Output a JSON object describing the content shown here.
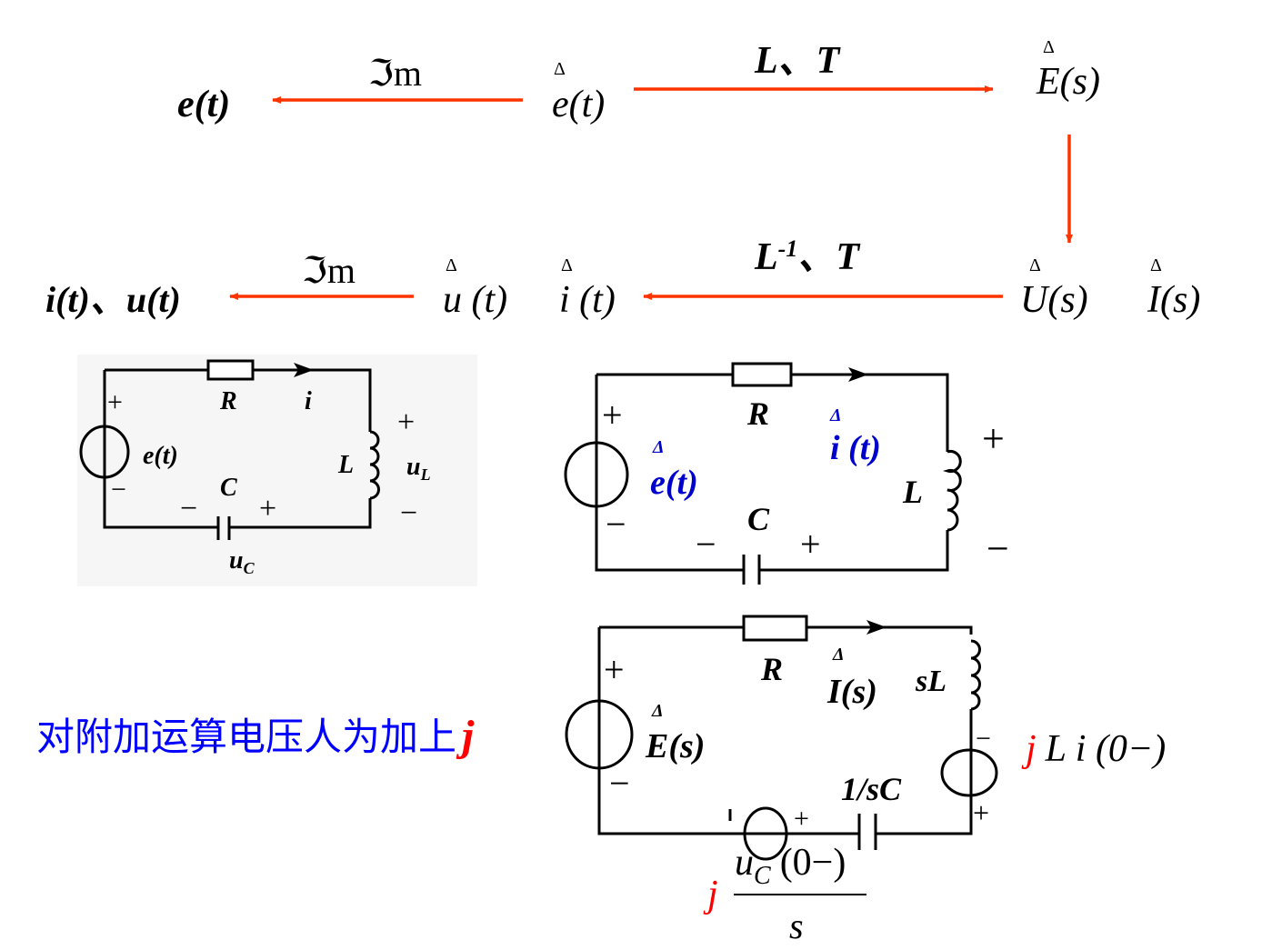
{
  "colors": {
    "arrow": "#ff3300",
    "blue_text": "#0000ff",
    "red_text": "#ff0000"
  },
  "top_row": {
    "result": "e(t)",
    "im_label": "ℑm",
    "hat": "Δ",
    "phasor": "e(t)",
    "transform_label": "L、T",
    "image": "E(s)"
  },
  "bottom_row": {
    "result": "i(t)、u(t)",
    "im_label": "ℑm",
    "hat": "Δ",
    "phasor_u": "u (t)",
    "phasor_i": "i (t)",
    "inverse_label_L": "L",
    "inverse_label_sup": "-1",
    "inverse_label_T": "、T",
    "image_u": "U(s)",
    "image_i": "I(s)"
  },
  "circuit_time": {
    "R": "R",
    "i": "i",
    "L": "L",
    "source": "e(t)",
    "C": "C",
    "uL": "u",
    "uL_sub": "L",
    "uC": "u",
    "uC_sub": "C",
    "plus": "+",
    "minus": "−"
  },
  "circuit_phasor": {
    "R": "R",
    "hat": "Δ",
    "i": "i (t)",
    "source": "e(t)",
    "L": "L",
    "C": "C",
    "plus": "+",
    "minus": "−"
  },
  "circuit_s": {
    "R": "R",
    "hat": "Δ",
    "I": "I(s)",
    "sL": "sL",
    "source": "E(s)",
    "cap": "1/sC",
    "inductor_source_j": "j",
    "inductor_source": "L i (0−)",
    "cap_source_j": "j",
    "cap_source_num": "u",
    "cap_source_sub": "C",
    "cap_source_num2": "(0−)",
    "cap_source_den": "s",
    "plus": "+",
    "minus": "−"
  },
  "note": {
    "text": "对附加运算电压人为加上",
    "j": "j"
  }
}
